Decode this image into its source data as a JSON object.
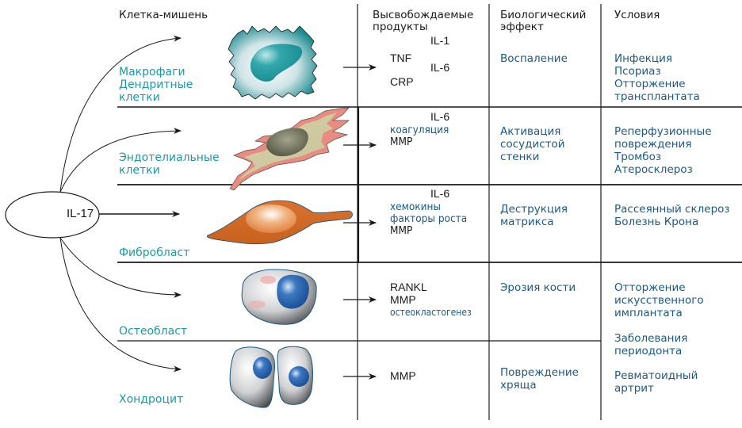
{
  "headers": {
    "target_cell": "Клетка-мишень",
    "products": [
      "Высвобождаемые",
      "продукты"
    ],
    "effect": [
      "Биологический",
      "эффект"
    ],
    "conditions": "Условия"
  },
  "source": {
    "label": "IL-17"
  },
  "rows": [
    {
      "cell": [
        "Макрофаги",
        "Дендритные",
        "клетки"
      ],
      "cell_icon": "macrophage-icon",
      "products": {
        "il1": "IL-1",
        "tnf": "TNF",
        "il6": "IL-6",
        "crp": "CRP"
      },
      "effect": [
        "Воспаление"
      ],
      "conditions": [
        "Инфекция",
        "Псориаз",
        "Отторжение",
        "трансплантата"
      ]
    },
    {
      "cell": [
        "Эндотелиальные",
        "клетки"
      ],
      "cell_icon": "endothelial-cell-icon",
      "products": {
        "il6": "IL-6",
        "lines": [
          "коагуляция",
          "MMP"
        ]
      },
      "effect": [
        "Активация",
        "сосудистой",
        "стенки"
      ],
      "conditions": [
        "Реперфузионные",
        "повреждения",
        "Тромбоз",
        "Атеросклероз"
      ]
    },
    {
      "cell": [
        "Фибробласт"
      ],
      "cell_icon": "fibroblast-icon",
      "products": {
        "il6": "IL-6",
        "lines": [
          "хемокины",
          "факторы роста",
          "MMP"
        ]
      },
      "effect": [
        "Деструкция",
        "матрикса"
      ],
      "conditions": [
        "Рассеянный склероз",
        "Болезнь Крона"
      ]
    },
    {
      "cell": [
        "Остеобласт"
      ],
      "cell_icon": "osteoblast-icon",
      "products": {
        "lines": [
          "RANKL",
          "MMP"
        ],
        "small": "остеокластогенез"
      },
      "effect": [
        "Эрозия кости"
      ],
      "conditions": [
        "Отторжение",
        "искусственного",
        "имплантата"
      ]
    },
    {
      "cell": [
        "Хондроцит"
      ],
      "cell_icon": "chondrocyte-icon",
      "products": {
        "lines": [
          "MMP"
        ]
      },
      "effect": [
        "Повреждение",
        "хряща"
      ],
      "conditions_shared": [
        "Заболевания",
        "периодонта"
      ],
      "conditions": [
        "Ревматоидный",
        "артрит"
      ]
    }
  ],
  "colors": {
    "cell_label": "#1a9aa8",
    "effect_text": "#1a5a88",
    "lines": "#1a1a1a"
  }
}
